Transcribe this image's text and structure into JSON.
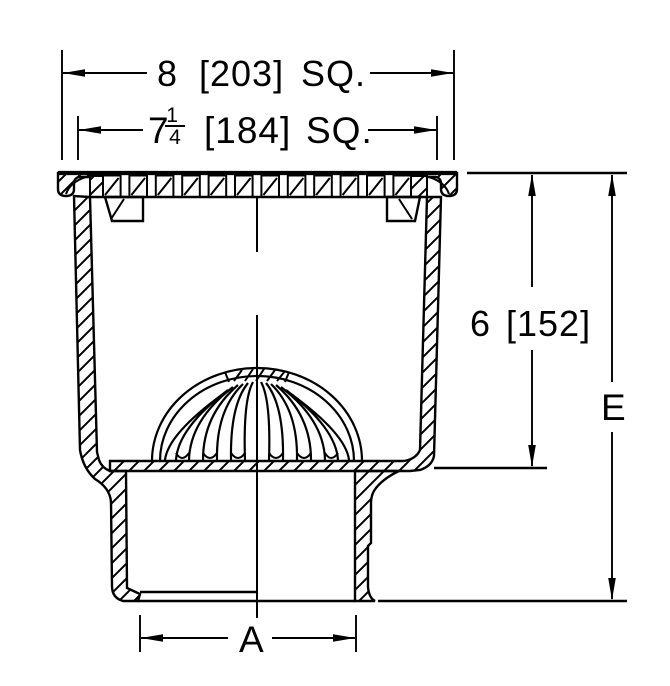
{
  "drawing": {
    "title": "square-drain-cross-section",
    "background": "#ffffff",
    "line_color": "#000000",
    "labels": {
      "dim_top_value": "8",
      "dim_top_metric": "[203]",
      "dim_top_suffix": "SQ.",
      "dim_inner_whole": "7",
      "dim_inner_frac_num": "1",
      "dim_inner_frac_den": "4",
      "dim_inner_metric": "[184]",
      "dim_inner_suffix": "SQ.",
      "dim_depth_value": "6",
      "dim_depth_metric": "[152]",
      "dim_height_label": "E",
      "dim_outlet_label": "A"
    }
  }
}
